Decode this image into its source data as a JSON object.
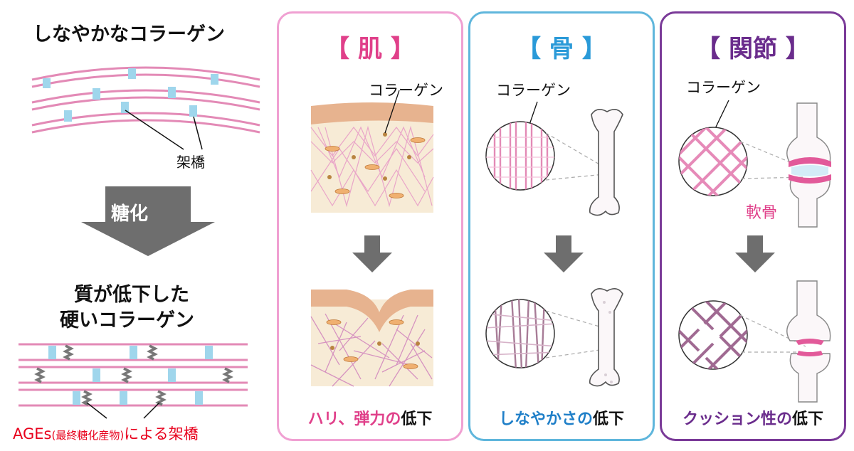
{
  "left": {
    "title_top": "しなやかなコラーゲン",
    "crosslink_label": "架橋",
    "process_label": "糖化",
    "title_bottom_line1": "質が低下した",
    "title_bottom_line2": "硬いコラーゲン",
    "ages_prefix": "AGEs",
    "ages_paren": "(最終糖化産物)",
    "ages_suffix": "による架橋"
  },
  "panels": {
    "skin": {
      "title": "【 肌 】",
      "collagen_label": "コラーゲン",
      "footer_colored": "ハリ、弾力の",
      "footer_plain": "低下"
    },
    "bone": {
      "title": "【 骨 】",
      "collagen_label": "コラーゲン",
      "footer_colored": "しなやかさの",
      "footer_plain": "低下"
    },
    "joint": {
      "title": "【 関節 】",
      "collagen_label": "コラーゲン",
      "cartilage_label": "軟骨",
      "footer_colored": "クッション性の",
      "footer_plain": "低下"
    }
  },
  "colors": {
    "pink": "#e0408a",
    "pink_line": "#e38ab6",
    "light_blue": "#9fd6ec",
    "skin_border": "#f0a0d2",
    "bone_border": "#5fb6dc",
    "bone_text": "#1f7fc8",
    "joint_border": "#7a3a98",
    "joint_text": "#6a2c8c",
    "arrow_gray": "#6e6e6e",
    "ages_red": "#e8001c"
  }
}
